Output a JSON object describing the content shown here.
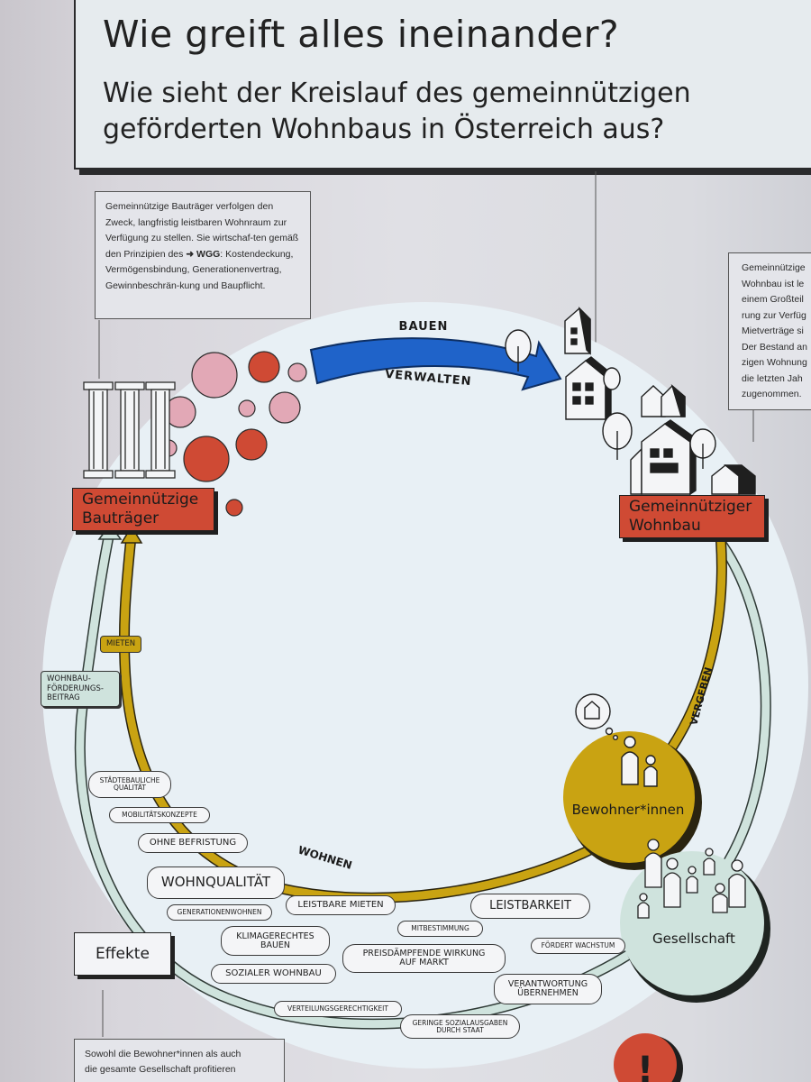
{
  "title": {
    "main": "Wie greift alles ineinander?",
    "sub": "Wie sieht der Kreislauf des gemeinnützigen geförderten Wohnbaus in Österreich aus?"
  },
  "info_left": {
    "text": "Gemeinnützige Bauträger verfolgen den Zweck, langfristig leistbaren Wohnraum zur Verfügung zu stellen. Sie wirtschaf-ten gemäß den Prinzipien des",
    "arrow_ref": "➜ WGG",
    "text2": ": Kostendeckung, Vermögensbindung, Generationenvertrag, Gewinnbeschrän-kung und Baupflicht."
  },
  "info_right": {
    "lines": [
      "Gemeinnützige",
      "Wohnbau ist le",
      "einem Großteil",
      "rung zur Verfüg",
      "Mietverträge si",
      "Der Bestand an",
      "zigen Wohnung",
      "die letzten Jah",
      "zugenommen."
    ]
  },
  "cycle": {
    "node_left": "Gemeinnützige\nBauträger",
    "node_right": "Gemeinnütziger\nWohnbau",
    "arrow_top_above": "BAUEN",
    "arrow_top_below": "VERWALTEN",
    "arc_right_label": "VERGEBEN",
    "arc_bottom_label": "WOHNEN",
    "bewohner": "Bewohner*innen",
    "gesellschaft": "Gesellschaft",
    "tag_mieten": "MIETEN",
    "tag_foerderung": "WOHNBAU-\nFÖRDERUNGS-\nBEITRAG"
  },
  "effekte_title": "Effekte",
  "effects": [
    "STÄDTEBAULICHE\nQUALITÄT",
    "MOBILITÄTSKONZEPTE",
    "OHNE BEFRISTUNG",
    "WOHNQUALITÄT",
    "GENERATIONENWOHNEN",
    "LEISTBARE MIETEN",
    "LEISTBARKEIT",
    "MITBESTIMMUNG",
    "KLIMAGERECHTES\nBAUEN",
    "PREISDÄMPFENDE WIRKUNG\nAUF MARKT",
    "FÖRDERT WACHSTUM",
    "SOZIALER WOHNBAU",
    "VERANTWORTUNG\nÜBERNEHMEN",
    "VERTEILUNGSGERECHTIGKEIT",
    "GERINGE SOZIALAUSGABEN\nDURCH STAAT"
  ],
  "bottom_box": {
    "line1": "Sowohl die Bewohner*innen als auch",
    "line2": "die gesamte Gesellschaft profitieren"
  },
  "warning_symbol": "!",
  "colors": {
    "red": "#cf4a34",
    "pink": "#e2a8b6",
    "blue": "#1f63c9",
    "gold": "#c9a312",
    "mint": "#cfe3dd",
    "disc": "#e8f0f5"
  },
  "icons": [
    "column-icon",
    "tree-icon",
    "house-icon",
    "person-icon",
    "thought-bubble-icon"
  ]
}
